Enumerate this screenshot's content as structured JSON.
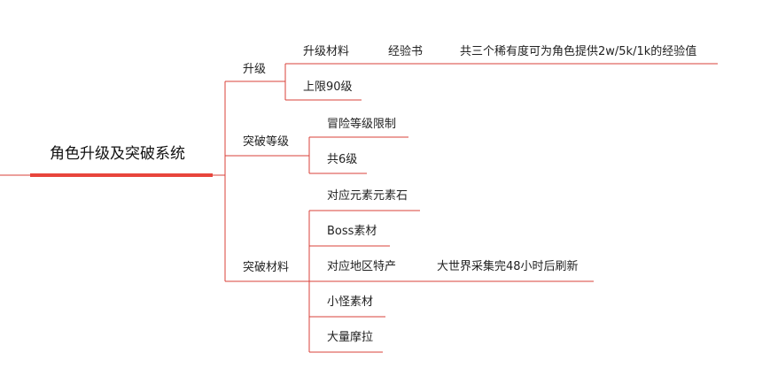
{
  "colors": {
    "line": "#d9413a",
    "root_bar": "#e8453c",
    "text": "#222222"
  },
  "root": {
    "label": "角色升级及突破系统"
  },
  "branches": [
    {
      "label": "升级",
      "children": [
        {
          "label": "升级材料",
          "children": [
            {
              "label": "经验书",
              "children": [
                {
                  "label": "共三个稀有度可为角色提供2w/5k/1k的经验值"
                }
              ]
            }
          ]
        },
        {
          "label": "上限90级"
        }
      ]
    },
    {
      "label": "突破等级",
      "children": [
        {
          "label": "冒险等级限制"
        },
        {
          "label": "共6级"
        }
      ]
    },
    {
      "label": "突破材料",
      "children": [
        {
          "label": "对应元素元素石"
        },
        {
          "label": "Boss素材"
        },
        {
          "label": "对应地区特产",
          "children": [
            {
              "label": "大世界采集完48小时后刷新"
            }
          ]
        },
        {
          "label": "小怪素材"
        },
        {
          "label": "大量摩拉"
        }
      ]
    }
  ]
}
